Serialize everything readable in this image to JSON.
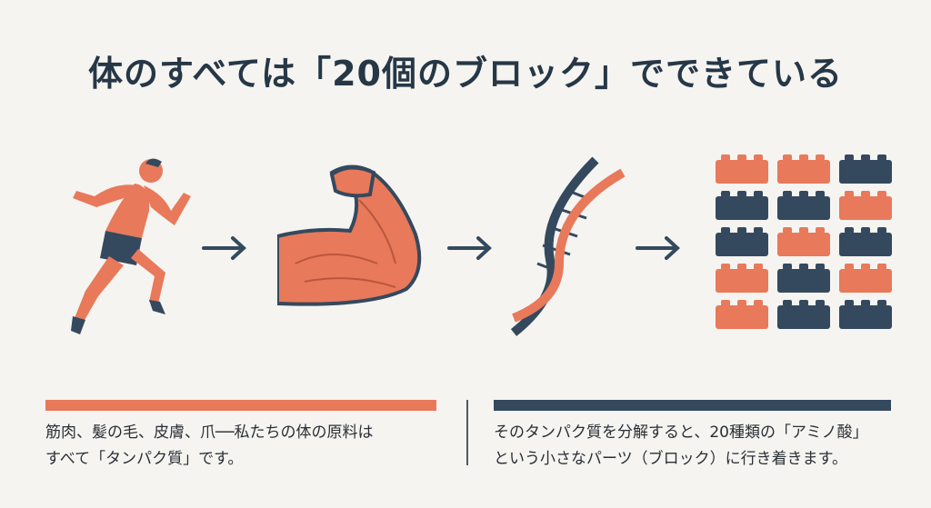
{
  "title": "体のすべては「20個のブロック」でできている",
  "colors": {
    "orange": "#e8795a",
    "navy": "#34495e",
    "background": "#f5f4f1"
  },
  "steps": [
    {
      "icon": "running-person-icon"
    },
    {
      "icon": "flexed-muscle-arm-icon"
    },
    {
      "icon": "dna-helix-icon"
    },
    {
      "icon": "amino-acid-blocks-icon"
    }
  ],
  "captions": {
    "left": {
      "line1": "筋肉、髪の毛、皮膚、爪──私たちの体の原料は",
      "line2": "すべて「タンパク質」です。"
    },
    "right": {
      "line1": "そのタンパク質を分解すると、20種類の「アミノ酸」",
      "line2": "という小さなパーツ（ブロック）に行き着きます。"
    }
  }
}
